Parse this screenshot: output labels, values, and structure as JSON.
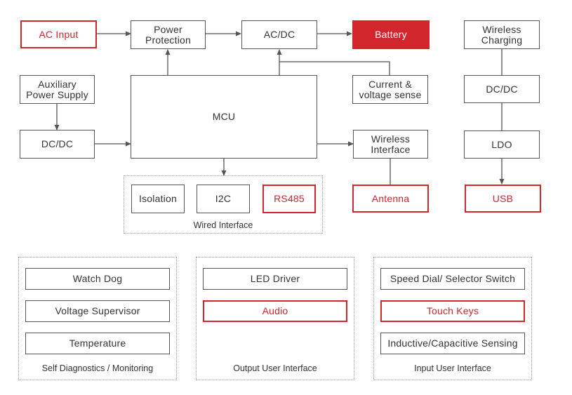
{
  "colors": {
    "accent": "#d0262c",
    "line": "#555555"
  },
  "blocks": {
    "ac_input": "AC Input",
    "power_protection": "Power\nProtection",
    "ac_dc": "AC/DC",
    "battery": "Battery",
    "wireless_charging": "Wireless\nCharging",
    "auxiliary_power_supply": "Auxiliary\nPower Supply",
    "dc_dc_left": "DC/DC",
    "mcu": "MCU",
    "current_voltage_sense": "Current &\nvoltage sense",
    "wireless_interface": "Wireless\nInterface",
    "antenna": "Antenna",
    "dc_dc_right": "DC/DC",
    "ldo": "LDO",
    "usb": "USB"
  },
  "wired_interface": {
    "caption": "Wired Interface",
    "items": [
      "Isolation",
      "I2C",
      "RS485"
    ]
  },
  "self_diagnostics": {
    "caption": "Self Diagnostics / Monitoring",
    "items": [
      "Watch Dog",
      "Voltage Supervisor",
      "Temperature"
    ]
  },
  "output_ui": {
    "caption": "Output User Interface",
    "items": [
      "LED Driver",
      "Audio"
    ]
  },
  "input_ui": {
    "caption": "Input User Interface",
    "items": [
      "Speed Dial/ Selector Switch",
      "Touch Keys",
      "Inductive/Capacitive Sensing"
    ]
  }
}
